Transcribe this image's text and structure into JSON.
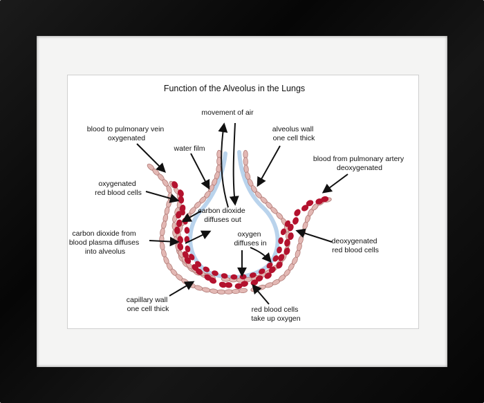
{
  "title": "Function of the Alveolus in the Lungs",
  "labels": {
    "movement_of_air": "movement of air",
    "vein_line1": "blood to pulmonary vein",
    "vein_line2": "oxygenated",
    "alveolus_wall_line1": "alveolus wall",
    "alveolus_wall_line2": "one cell thick",
    "water_film": "water film",
    "artery_line1": "blood from pulmonary artery",
    "artery_line2": "deoxygenated",
    "oxy_rbc_line1": "oxygenated",
    "oxy_rbc_line2": "red blood cells",
    "co2_out_line1": "carbon dioxide",
    "co2_out_line2": "diffuses out",
    "co2_from_line1": "carbon dioxide from",
    "co2_from_line2": "blood plasma diffuses",
    "co2_from_line3": "into alveolus",
    "oxygen_line1": "oxygen",
    "oxygen_line2": "diffuses in",
    "deoxy_rbc_line1": "deoxygenated",
    "deoxy_rbc_line2": "red blood cells",
    "capillary_line1": "capillary wall",
    "capillary_line2": "one cell thick",
    "take_up_line1": "red blood cells",
    "take_up_line2": "take up oxygen"
  },
  "colors": {
    "frame": "#0b0b0b",
    "mat": "#f4f4f3",
    "water_film": "#b9d3ec",
    "wall_cell_fill": "#e3b8b4",
    "wall_cell_stroke": "#b07a76",
    "red_blood_cell": "#b3122e",
    "arrow": "#111111"
  }
}
